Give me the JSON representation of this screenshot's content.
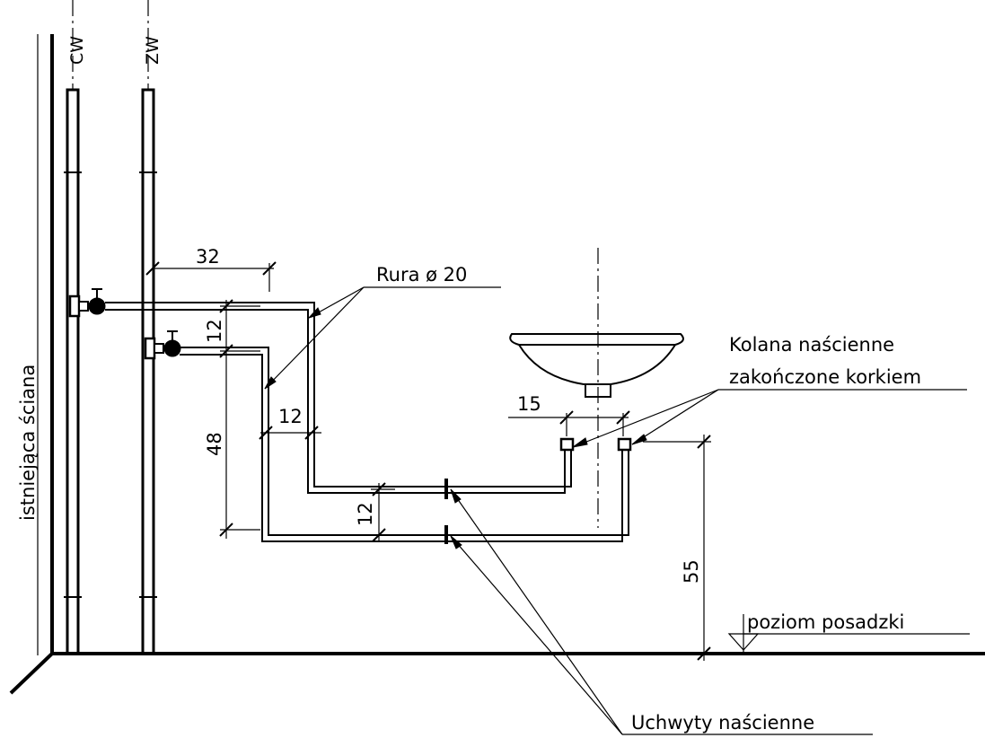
{
  "pipe_labels": {
    "cold": "CW",
    "hot": "ZW"
  },
  "wall_label": "istniejąca ściana",
  "pipe_callout": "Rura ø 20",
  "elbow_callout": {
    "line1": "Kolana naścienne",
    "line2": "zakończone korkiem"
  },
  "holder_callout": "Uchwyty naścienne",
  "floor_label": "poziom posadzki",
  "dimensions": {
    "offset_top": "32",
    "vertical_gap": "12",
    "vertical_drop": "48",
    "horizontal_gap": "12",
    "lower_gap": "12",
    "outlet_spacing": "15",
    "outlet_height": "55"
  }
}
